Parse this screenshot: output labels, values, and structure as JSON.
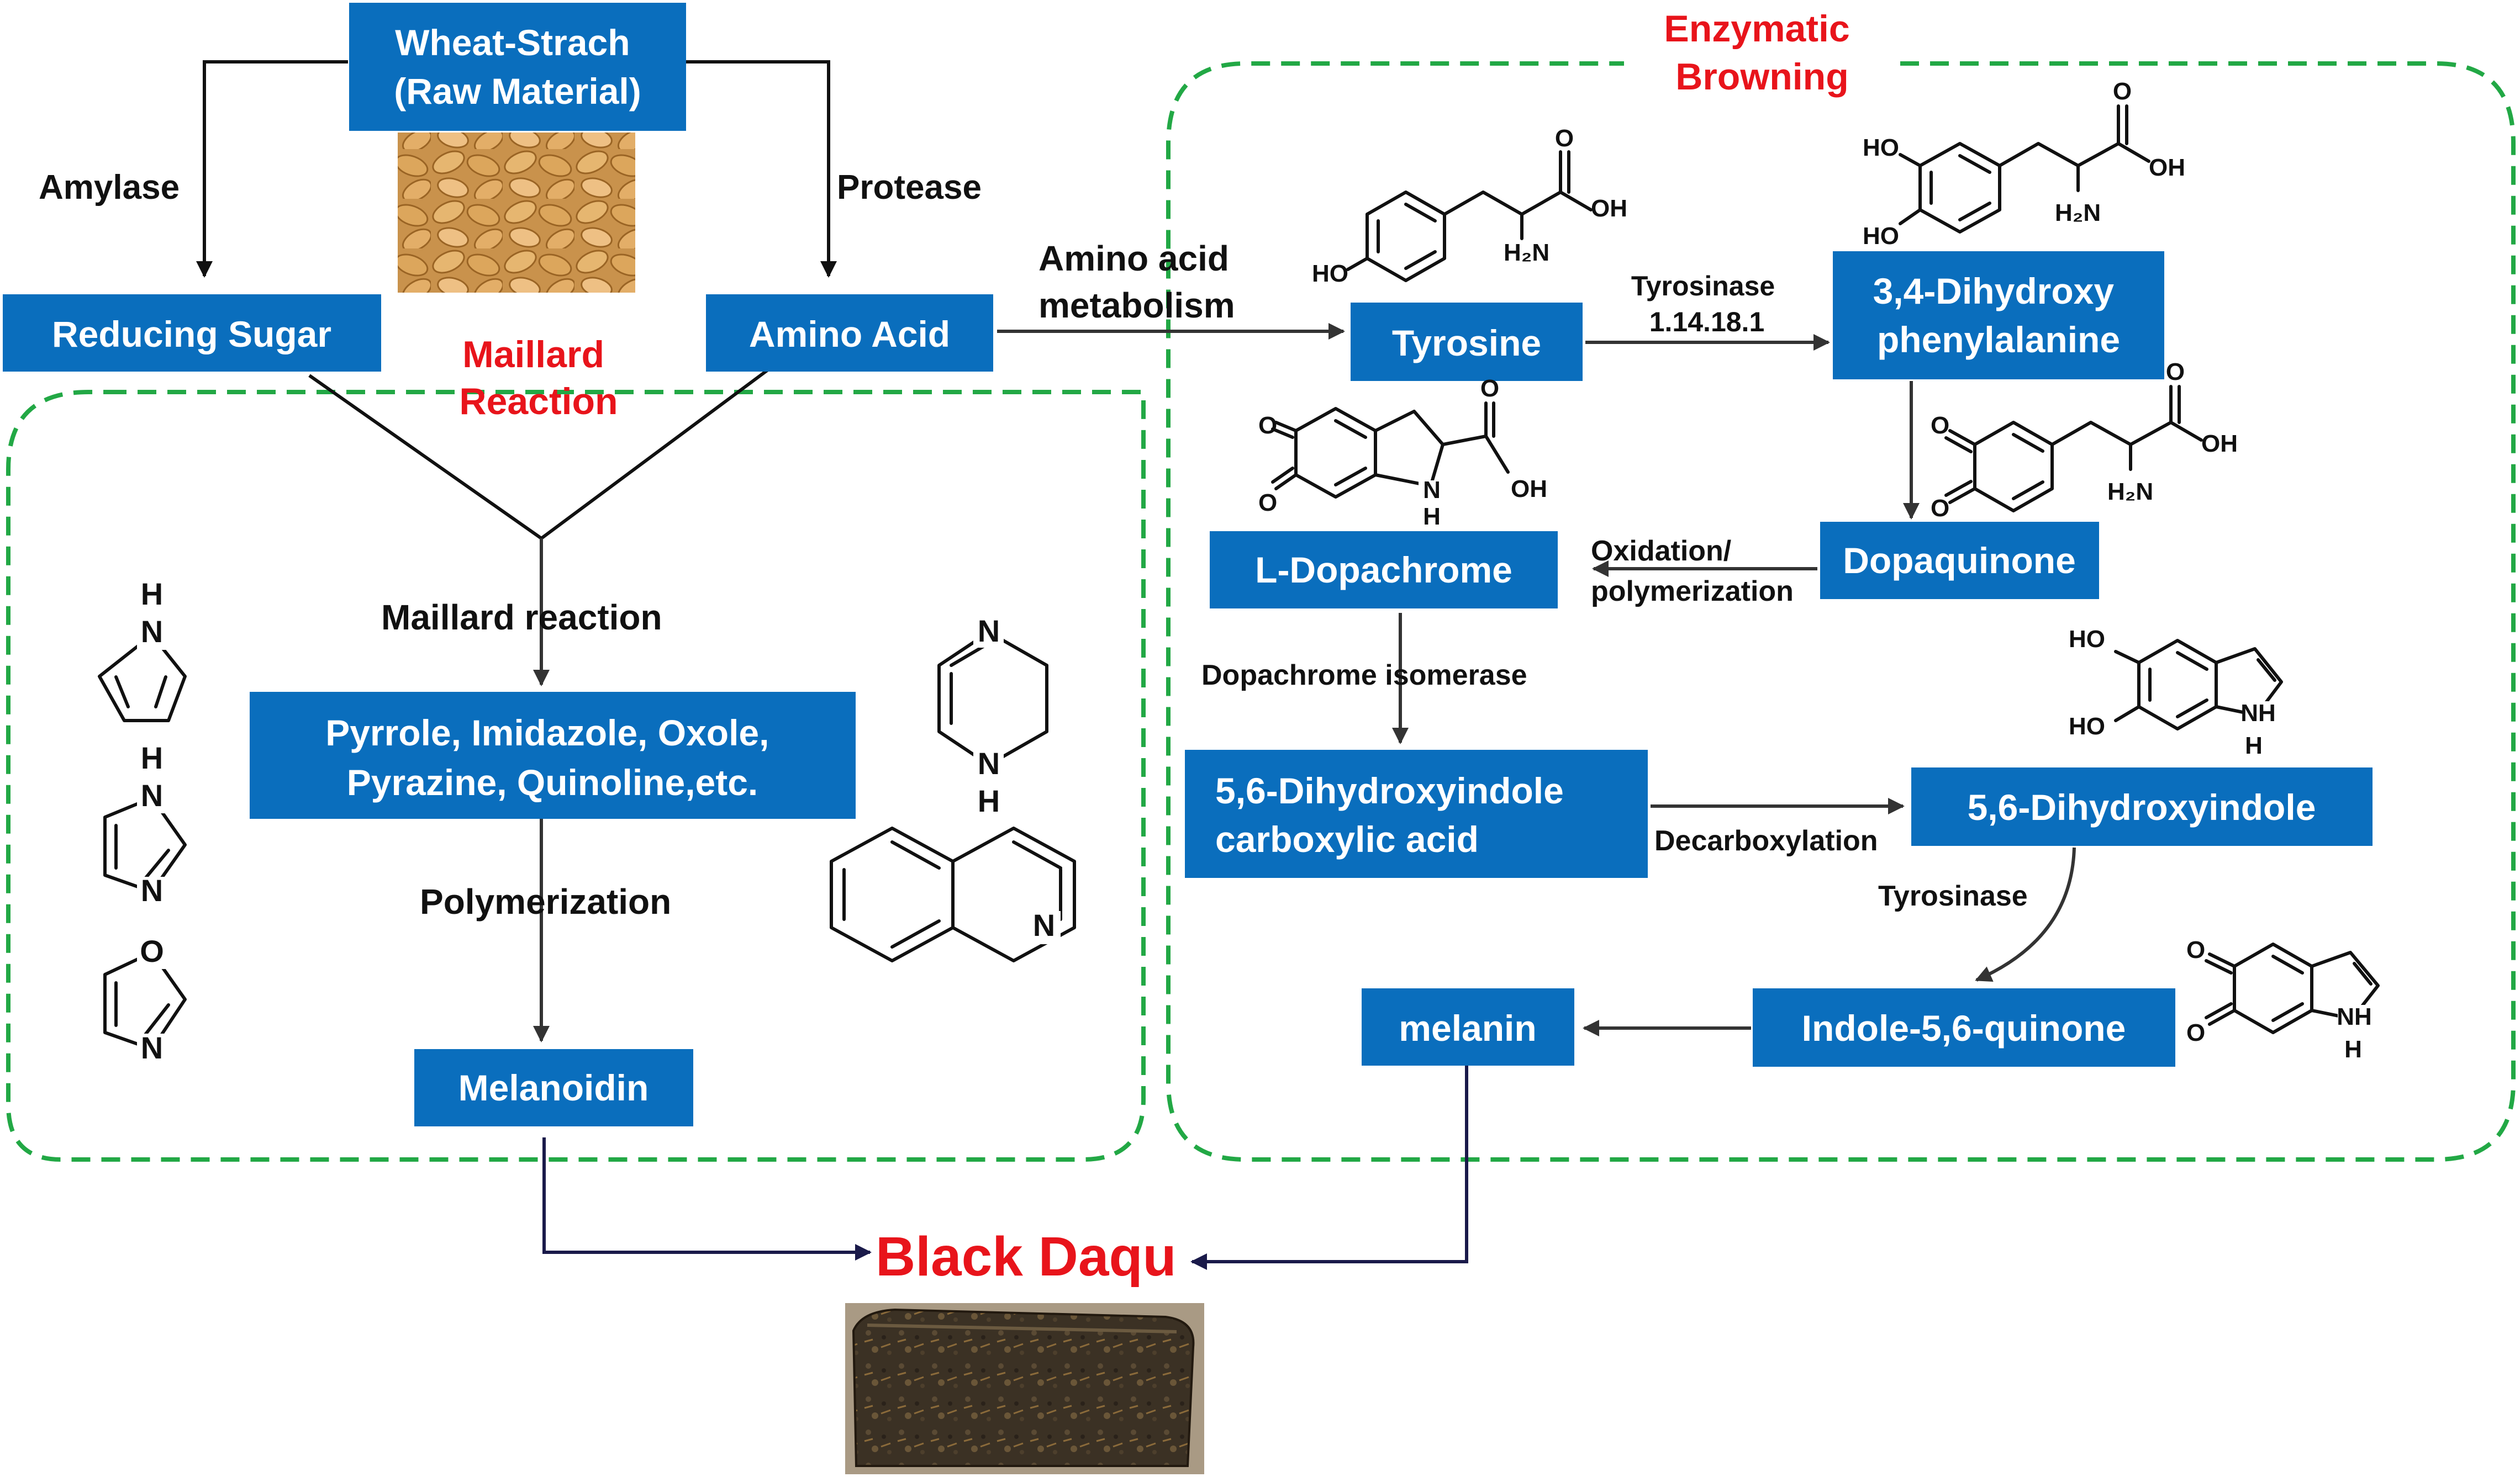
{
  "colors": {
    "box_fill": "#0a6ebd",
    "box_text": "#ffffff",
    "region_border": "#22a845",
    "region_title": "#e8141b",
    "final_title": "#e8141b",
    "link_arrow": "#1a1a4a"
  },
  "nodes": {
    "wheat": [
      "Wheat-Strach",
      "(Raw Material)"
    ],
    "reducing_sugar": "Reducing Sugar",
    "amino_acid": "Amino Acid",
    "heterocycles": [
      "Pyrrole, Imidazole, Oxole,",
      "Pyrazine, Quinoline,etc."
    ],
    "melanoidin": "Melanoidin",
    "tyrosine": "Tyrosine",
    "dopa": [
      "3,4-Dihydroxy",
      "phenylalanine"
    ],
    "dopaquinone": "Dopaquinone",
    "dopachrome": "L-Dopachrome",
    "dhica": [
      "5,6-Dihydroxyindole",
      "carboxylic acid"
    ],
    "dhi": "5,6-Dihydroxyindole",
    "indole_quinone": "Indole-5,6-quinone",
    "melanin": "melanin"
  },
  "regions": {
    "maillard_title": [
      "Maillard",
      "Reaction"
    ],
    "enzymatic_title": [
      "Enzymatic",
      "Browning"
    ]
  },
  "edge_labels": {
    "amylase": "Amylase",
    "protease": "Protease",
    "amino_metabolism": [
      "Amino acid",
      "metabolism"
    ],
    "maillard_reaction": "Maillard reaction",
    "polymerization": "Polymerization",
    "tyrosinase_ec": [
      "Tyrosinase",
      "1.14.18.1"
    ],
    "oxidation": [
      "Oxidation/",
      "polymerization"
    ],
    "isomerase": "Dopachrome isomerase",
    "decarboxylation": "Decarboxylation",
    "tyrosinase": "Tyrosinase"
  },
  "final": {
    "title": "Black Daqu"
  },
  "images": {
    "wheat_photo": "wheat-grains-photo",
    "daqu_photo": "black-daqu-brick-photo"
  },
  "molecules": [
    "pyrrole-structure",
    "imidazole-structure",
    "oxazole-structure",
    "pyrazine-structure",
    "quinoline-structure",
    "tyrosine-structure",
    "dopa-structure",
    "dopaquinone-structure",
    "dopachrome-structure",
    "dihydroxyindole-structure",
    "indole-quinone-structure"
  ],
  "atoms": {
    "H": "H",
    "N": "N",
    "O": "O",
    "NH": "NH",
    "HO": "HO",
    "OH": "OH",
    "H2N": "H₂N"
  }
}
